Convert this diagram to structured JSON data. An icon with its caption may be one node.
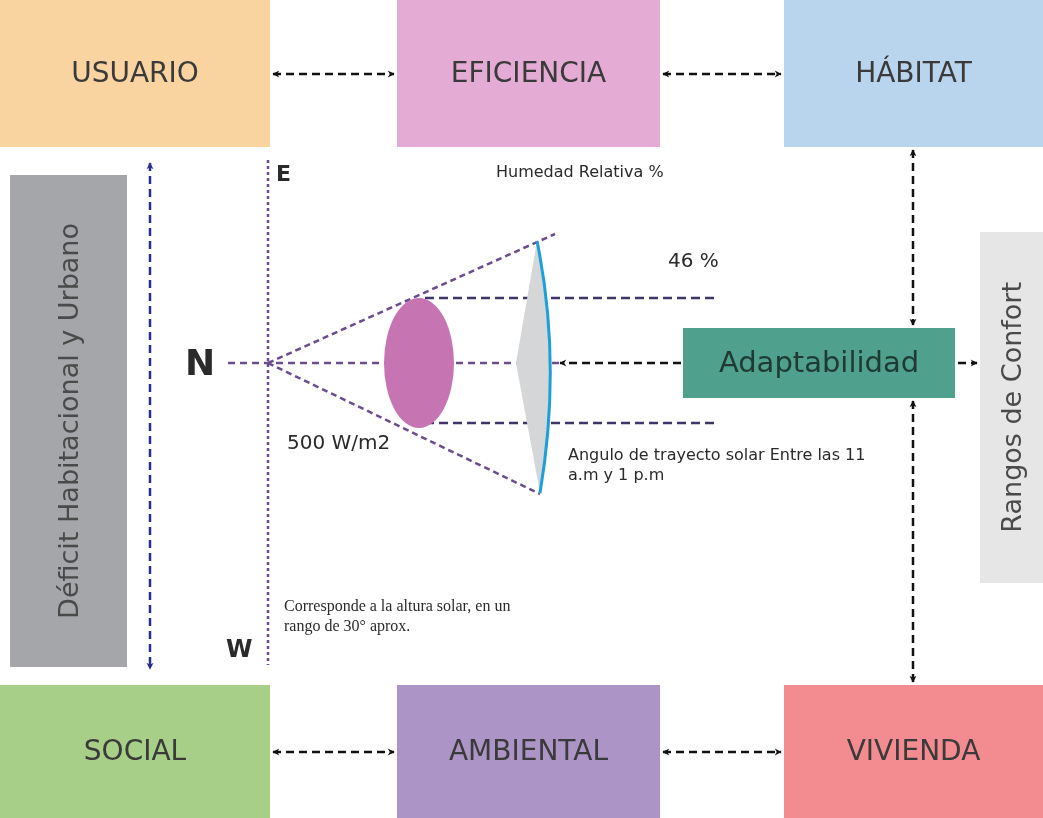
{
  "diagram": {
    "nodes": [
      {
        "text": [
          "USUARIO"
        ]
      },
      {
        "text": [
          "EFICIENCIA"
        ]
      },
      {
        "text": [
          "HÁBITAT"
        ]
      },
      {
        "text": [
          "Déficit Habitacional y Urbano"
        ]
      },
      {
        "text": [
          "Adaptabilidad"
        ]
      },
      {
        "text": [
          "Rangos de Confort"
        ]
      },
      {
        "text": [
          "SOCIAL"
        ]
      },
      {
        "text": [
          "AMBIENTAL"
        ]
      },
      {
        "text": [
          "VIVIENDA"
        ]
      }
    ],
    "edges": [
      {
        "from": 0,
        "to": 1,
        "arrow": "both",
        "style": "dashed"
      },
      {
        "from": 1,
        "to": 2,
        "arrow": "both",
        "style": "dashed"
      },
      {
        "from": 0,
        "to": 6,
        "arrow": "both",
        "style": "dashed",
        "color": "#2b2d8e"
      },
      {
        "from": 2,
        "to": 4,
        "arrow": "both",
        "style": "dashed"
      },
      {
        "from": 4,
        "to": null,
        "arrow": "to",
        "style": "dashed"
      },
      {
        "from": 4,
        "to": 5,
        "arrow": "to",
        "style": "dashed"
      },
      {
        "from": 4,
        "to": 8,
        "arrow": "both",
        "style": "dashed"
      },
      {
        "from": 6,
        "to": 7,
        "arrow": "both",
        "style": "dashed"
      },
      {
        "from": 7,
        "to": 8,
        "arrow": "both",
        "style": "dashed"
      }
    ],
    "labels": [
      "E",
      "Humedad Relativa %",
      "46 %",
      "N",
      "500 W/m2",
      "Angulo de trayecto solar Entre las 11 a.m y 1 p.m",
      "Corresponde a la altura solar, en un rango de 30° aprox.",
      "W"
    ]
  }
}
